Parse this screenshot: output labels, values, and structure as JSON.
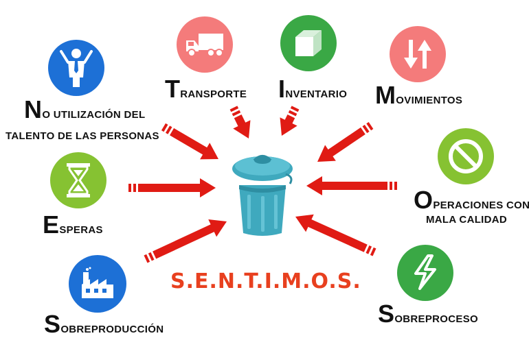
{
  "title": "S.E.N.T.I.M.O.S.",
  "colors": {
    "arrow": "#e01b14",
    "bin": "#3fa9be",
    "title": "#e8401f",
    "blue": "#1d70d6",
    "green": "#3aa845",
    "lime": "#86c232",
    "pink": "#f47b7b"
  },
  "categories": [
    {
      "id": "talento",
      "icon": "person-tie-icon",
      "color": "blue",
      "first": "N",
      "line1": "o utilización del",
      "line2": "talento de las personas"
    },
    {
      "id": "transporte",
      "icon": "truck-icon",
      "color": "pink",
      "first": "T",
      "rest": "ransporte"
    },
    {
      "id": "inventario",
      "icon": "box-icon",
      "color": "green",
      "first": "I",
      "rest": "nventario"
    },
    {
      "id": "movimientos",
      "icon": "up-down-arrows-icon",
      "color": "pink",
      "first": "M",
      "rest": "ovimientos"
    },
    {
      "id": "operaciones",
      "icon": "prohibited-icon",
      "color": "lime",
      "first": "O",
      "line1": "peraciones con",
      "line2": "mala calidad"
    },
    {
      "id": "esperas",
      "icon": "hourglass-icon",
      "color": "lime",
      "first": "E",
      "rest": "speras"
    },
    {
      "id": "sobreproduccion",
      "icon": "factory-icon",
      "color": "blue",
      "first": "S",
      "rest": "obreproducción"
    },
    {
      "id": "sobreproceso",
      "icon": "lightning-icon",
      "color": "green",
      "first": "S",
      "rest": "obreproceso"
    }
  ]
}
